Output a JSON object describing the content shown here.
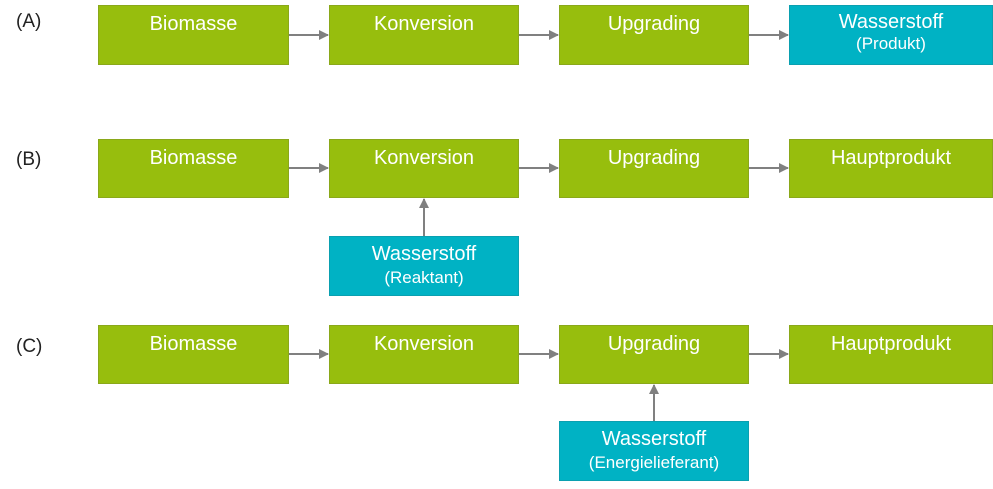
{
  "rows": {
    "a": {
      "label": "(A)",
      "biomasse": "Biomasse",
      "konversion": "Konversion",
      "upgrading": "Upgrading",
      "product_main": "Wasserstoff",
      "product_sub": "(Produkt)"
    },
    "b": {
      "label": "(B)",
      "biomasse": "Biomasse",
      "konversion": "Konversion",
      "upgrading": "Upgrading",
      "hauptprodukt": "Hauptprodukt",
      "h2_main": "Wasserstoff",
      "h2_sub": "(Reaktant)"
    },
    "c": {
      "label": "(C)",
      "biomasse": "Biomasse",
      "konversion": "Konversion",
      "upgrading": "Upgrading",
      "hauptprodukt": "Hauptprodukt",
      "h2_main": "Wasserstoff",
      "h2_sub": "(Energielieferant)"
    }
  },
  "colors": {
    "process_box": "#97be0d",
    "hydrogen_box": "#00b2c4",
    "arrow": "#808080"
  }
}
